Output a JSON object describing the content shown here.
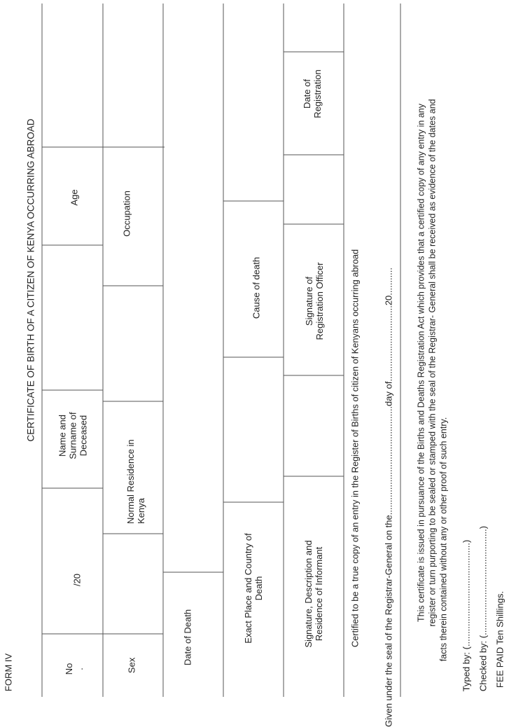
{
  "form_label": "FORM IV",
  "title": "CERTIFICATE OF BIRTH OF A CITIZEN OF KENYA OCCURRING ABROAD",
  "table": {
    "row1": {
      "no": "No\n.",
      "year": "/20",
      "name": "Name and\nSurname of\nDeceased",
      "age": "Age"
    },
    "row2": {
      "sex": "Sex",
      "residence": "Normal Residence in\nKenya",
      "occupation": "Occupation"
    },
    "row3": {
      "date_of_death": "Date of  Death"
    },
    "row4": {
      "place": "Exact Place and Country of\nDeath",
      "cause": "Cause of death"
    },
    "row5": {
      "informant": "Signature, Description and\nResidence of Informant",
      "officer": "Signature of\nRegistration Officer",
      "reg_date": "Date of\nRegistration"
    }
  },
  "certified_text": "Certified to be a true copy of an entry in the Register of Births of citizen of Kenyans occurring abroad",
  "given_text": "Given under the seal of the Registrar-General on the...........................................day of..............................20...........",
  "notice_lines": [
    "This certificate is issued in pursuance of the Births and Deaths Registration Act which provides that a certified  copy of any entry in any",
    "register or turn purporting to be sealed or stamped with the seal of the Registrar- General shall be received as evidence of the dates and",
    "facts therein contained without any or other proof of such entry."
  ],
  "typed_by": "Typed by: (.........................................)",
  "checked_by": "Checked by: (..........................................)",
  "fee": "FEE PAID Ten Shillings."
}
